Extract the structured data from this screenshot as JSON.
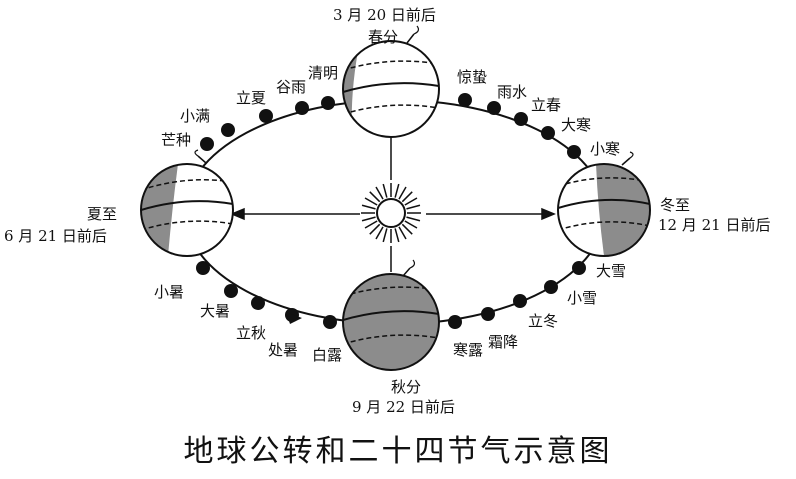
{
  "title": "地球公转和二十四节气示意图",
  "solar_terms": {
    "chunfen": "春分",
    "qingming": "清明",
    "guyu": "谷雨",
    "lixia": "立夏",
    "xiaoman": "小满",
    "mangzhong": "芒种",
    "xiazhi": "夏至",
    "xiaoshu": "小暑",
    "dashu": "大暑",
    "liqiu": "立秋",
    "chushu": "处暑",
    "bailu": "白露",
    "qiufen": "秋分",
    "hanlu": "寒露",
    "shuangjiang": "霜降",
    "lidong": "立冬",
    "xiaoxue": "小雪",
    "daxue": "大雪",
    "dongzhi": "冬至",
    "xiaohan": "小寒",
    "dahan": "大寒",
    "lichun": "立春",
    "yushui": "雨水",
    "jingzhe": "惊蛰"
  },
  "dates": {
    "chunfen": "3 月 20 日前后",
    "xiazhi": "6 月 21 日前后",
    "qiufen": "9 月 22 日前后",
    "dongzhi": "12 月 21 日前后"
  },
  "colors": {
    "line": "#111111",
    "night": "#8c8c8c",
    "day": "#ffffff"
  }
}
